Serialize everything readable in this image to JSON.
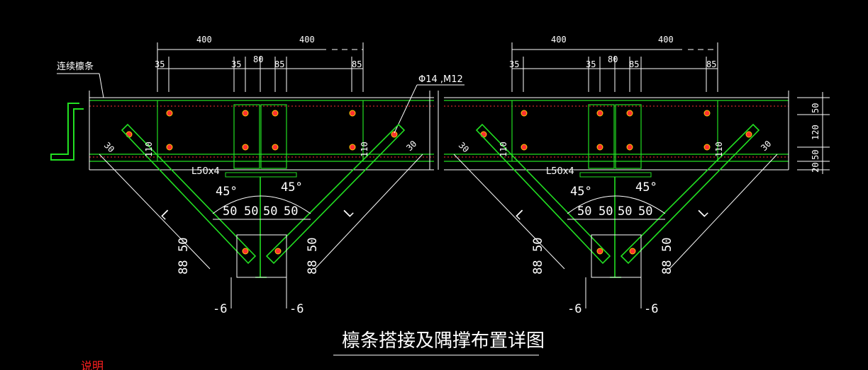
{
  "title": "檩条搭接及隅撑布置详图",
  "note_label": "说明",
  "left_label": "连续檩条",
  "bolt_label": "Φ14 ,M12",
  "angle_label": "L50x4",
  "angle": "45°",
  "plate": "-6",
  "brace_len": "L",
  "top_dims": {
    "d400": "400",
    "d35": "35",
    "d80": "80",
    "d85": "85"
  },
  "gap_dims": {
    "d50": "50"
  },
  "side_dims": {
    "d50": "50",
    "d120": "120",
    "d20": "20",
    "d110": "110",
    "d30": "30",
    "d88": "88"
  },
  "colors": {
    "green": "#22e022",
    "red": "#ff3030",
    "white": "#ffffff",
    "cyan": "#40e0e0",
    "yellow": "#ffd000"
  }
}
